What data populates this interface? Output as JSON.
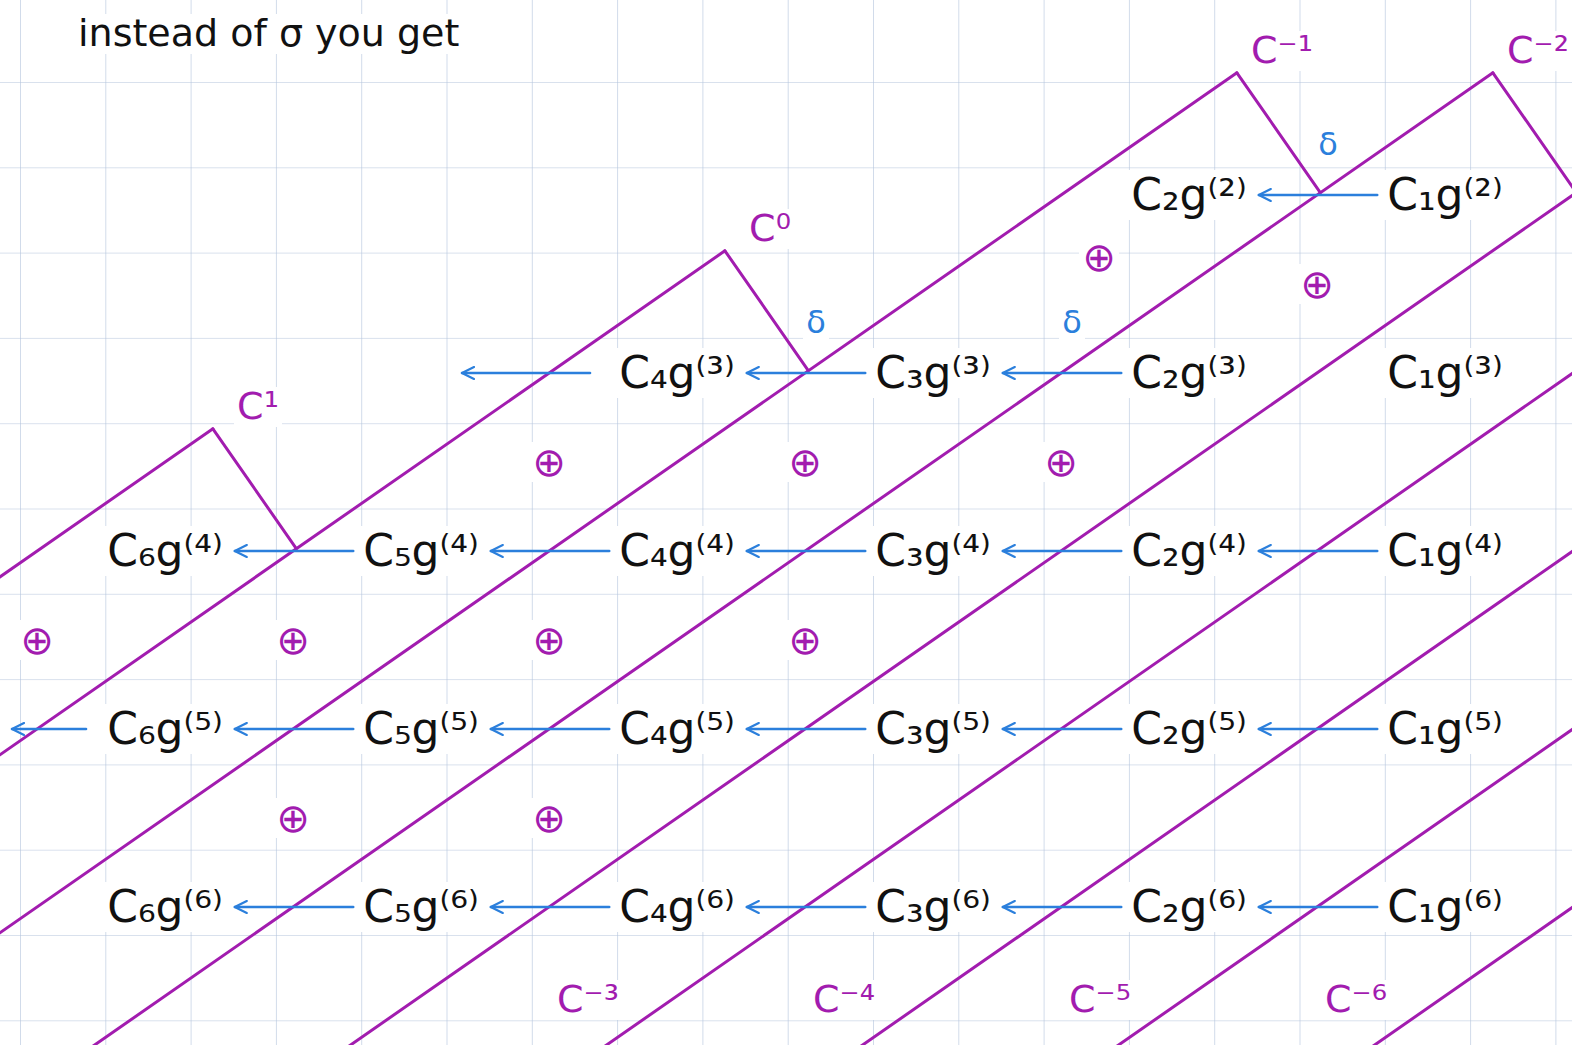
{
  "diagram": {
    "nodes": [
      {
        "text": [
          "C₂g⁽²⁾"
        ]
      },
      {
        "text": [
          "C₁g⁽²⁾"
        ]
      },
      {
        "text": [
          "C₄g⁽³⁾"
        ]
      },
      {
        "text": [
          "C₃g⁽³⁾"
        ]
      },
      {
        "text": [
          "C₂g⁽³⁾"
        ]
      },
      {
        "text": [
          "C₁g⁽³⁾"
        ]
      },
      {
        "text": [
          "C₆g⁽⁴⁾"
        ]
      },
      {
        "text": [
          "C₅g⁽⁴⁾"
        ]
      },
      {
        "text": [
          "C₄g⁽⁴⁾"
        ]
      },
      {
        "text": [
          "C₃g⁽⁴⁾"
        ]
      },
      {
        "text": [
          "C₂g⁽⁴⁾"
        ]
      },
      {
        "text": [
          "C₁g⁽⁴⁾"
        ]
      },
      {
        "text": [
          "C₆g⁽⁵⁾"
        ]
      },
      {
        "text": [
          "C₅g⁽⁵⁾"
        ]
      },
      {
        "text": [
          "C₄g⁽⁵⁾"
        ]
      },
      {
        "text": [
          "C₃g⁽⁵⁾"
        ]
      },
      {
        "text": [
          "C₂g⁽⁵⁾"
        ]
      },
      {
        "text": [
          "C₁g⁽⁵⁾"
        ]
      },
      {
        "text": [
          "C₆g⁽⁶⁾"
        ]
      },
      {
        "text": [
          "C₅g⁽⁶⁾"
        ]
      },
      {
        "text": [
          "C₄g⁽⁶⁾"
        ]
      },
      {
        "text": [
          "C₃g⁽⁶⁾"
        ]
      },
      {
        "text": [
          "C₂g⁽⁶⁾"
        ]
      },
      {
        "text": [
          "C₁g⁽⁶⁾"
        ]
      }
    ],
    "edges": [
      {
        "from": 1,
        "to": 0,
        "arrow": "to",
        "label": "δ"
      },
      {
        "from": 4,
        "to": 3,
        "arrow": "to",
        "label": "δ"
      },
      {
        "from": 3,
        "to": 2,
        "arrow": "to",
        "label": "δ"
      },
      {
        "from": 11,
        "to": 10,
        "arrow": "to"
      },
      {
        "from": 10,
        "to": 9,
        "arrow": "to"
      },
      {
        "from": 9,
        "to": 8,
        "arrow": "to"
      },
      {
        "from": 8,
        "to": 7,
        "arrow": "to"
      },
      {
        "from": 7,
        "to": 6,
        "arrow": "to"
      },
      {
        "from": 17,
        "to": 16,
        "arrow": "to"
      },
      {
        "from": 16,
        "to": 15,
        "arrow": "to"
      },
      {
        "from": 15,
        "to": 14,
        "arrow": "to"
      },
      {
        "from": 14,
        "to": 13,
        "arrow": "to"
      },
      {
        "from": 13,
        "to": 12,
        "arrow": "to"
      },
      {
        "from": 23,
        "to": 22,
        "arrow": "to"
      },
      {
        "from": 22,
        "to": 21,
        "arrow": "to"
      },
      {
        "from": 21,
        "to": 20,
        "arrow": "to"
      },
      {
        "from": 20,
        "to": 19,
        "arrow": "to"
      },
      {
        "from": 19,
        "to": 18,
        "arrow": "to"
      }
    ],
    "labels": [
      "instead of σ you get",
      "C⁻¹",
      "C⁻²",
      "C⁰",
      "⊕",
      "⊕",
      "C¹",
      "⊕",
      "⊕",
      "⊕",
      "⊕",
      "⊕",
      "⊕",
      "⊕",
      "⊕",
      "⊕",
      "C⁻³",
      "C⁻⁴",
      "C⁻⁵",
      "C⁻⁶"
    ]
  }
}
